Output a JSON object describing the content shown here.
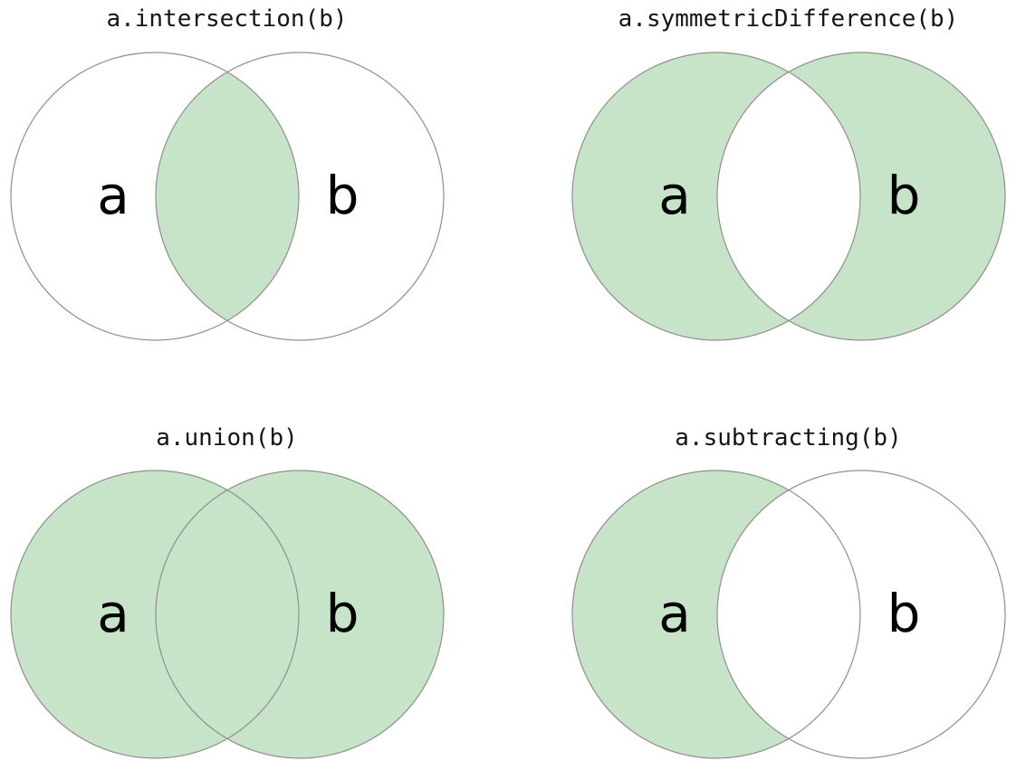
{
  "page": {
    "background": "#ffffff"
  },
  "figure": {
    "description": "Four Venn diagrams illustrating set operations, shaded regions show each operation's result",
    "colors": {
      "highlight_green": "#c7e3c8",
      "empty_white": "#ffffff",
      "circle_stroke": "#8f8f8f",
      "title_text": "#151515",
      "label_text": "#000000"
    },
    "panels": [
      {
        "title": "a.intersection(b)",
        "label_a": "a",
        "label_b": "b",
        "shaded_regions": [
          "intersection"
        ],
        "regions": {
          "a_only": "#ffffff",
          "b_only": "#ffffff",
          "intersection": "#c7e3c8"
        }
      },
      {
        "title": "a.symmetricDifference(b)",
        "label_a": "a",
        "label_b": "b",
        "shaded_regions": [
          "a_only",
          "b_only"
        ],
        "regions": {
          "a_only": "#c7e3c8",
          "b_only": "#c7e3c8",
          "intersection": "#ffffff"
        }
      },
      {
        "title": "a.union(b)",
        "label_a": "a",
        "label_b": "b",
        "shaded_regions": [
          "a_only",
          "b_only",
          "intersection"
        ],
        "regions": {
          "a_only": "#c7e3c8",
          "b_only": "#c7e3c8",
          "intersection": "#c7e3c8"
        }
      },
      {
        "title": "a.subtracting(b)",
        "label_a": "a",
        "label_b": "b",
        "shaded_regions": [
          "a_only"
        ],
        "regions": {
          "a_only": "#c7e3c8",
          "b_only": "#ffffff",
          "intersection": "#ffffff"
        }
      }
    ]
  }
}
